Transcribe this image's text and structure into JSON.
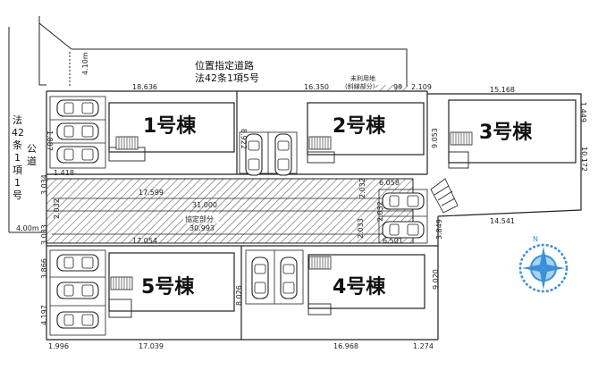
{
  "road_top": {
    "line1": "位置指定道路",
    "line2": "法42条1項5号"
  },
  "road_left": {
    "chars": [
      "法",
      "42",
      "条",
      "1",
      "項",
      "1",
      "号"
    ],
    "side_label": [
      "公",
      "道"
    ]
  },
  "unused_land": {
    "line1": "未利用地",
    "line2": "(斜線部分)"
  },
  "shared_area": {
    "label": "協定部分"
  },
  "buildings": [
    {
      "id": "b1",
      "label": "1号棟"
    },
    {
      "id": "b2",
      "label": "2号棟"
    },
    {
      "id": "b3",
      "label": "3号棟"
    },
    {
      "id": "b4",
      "label": "4号棟"
    },
    {
      "id": "b5",
      "label": "5号棟"
    }
  ],
  "dimensions": {
    "d_4_10m": "4.10m",
    "d_4_00m": "4.00m",
    "d_18636": "18.636",
    "d_16350": "16.350",
    "d_99": "99",
    "d_2109": "2.109",
    "d_15168": "15.168",
    "d_1449": "1.449",
    "d_1887": "1.887",
    "d_8922": "8.922",
    "d_9053": "9.053",
    "d_10172": "10.172",
    "d_1418": "1.418",
    "d_3034": "3.034",
    "d_17599": "17.599",
    "d_31000": "31.000",
    "d_6058": "6.058",
    "d_2032a": "2.032",
    "d_2032b": "2.032",
    "d_2032c": "2.032",
    "d_14541": "14.541",
    "d_30993": "30.993",
    "d_17054": "17.054",
    "d_3033": "3.033",
    "d_2033": "2.033",
    "d_6501": "6.501",
    "d_3849": "3.849",
    "d_3866": "3.866",
    "d_8026": "8.026",
    "d_9020": "9.020",
    "d_4197": "4.197",
    "d_1996": "1.996",
    "d_17039": "17.039",
    "d_16968": "16.968",
    "d_1274": "1.274"
  },
  "colors": {
    "compass": "#3b8fd9",
    "line": "#222222",
    "hatch": "#555555"
  },
  "icons": [
    "car-icon",
    "stair-icon",
    "compass-icon"
  ]
}
